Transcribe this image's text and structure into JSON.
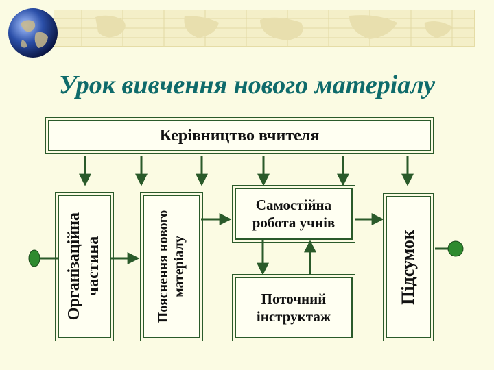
{
  "title": "Урок вивчення нового матеріалу",
  "teacher_box": {
    "label": "Керівництво вчителя"
  },
  "blocks": {
    "organizational": {
      "line1": "Організаційна",
      "line2": "частина"
    },
    "explanation": {
      "line1": "Пояснення нового",
      "line2": "матеріалу"
    },
    "independent": {
      "line1": "Самостійна",
      "line2": "робота учнів"
    },
    "instruction": {
      "line1": "Поточний",
      "line2": "інструктаж"
    },
    "summary": {
      "label": "Підсумок"
    }
  },
  "colors": {
    "title": "#0f6b6b",
    "background": "#fbfbe3",
    "box_border": "#2a5a2a",
    "arrow": "#2a5a2a",
    "endpoint": "#2e8a2e"
  },
  "icons": {
    "globe": "globe-icon",
    "start": "start-node-icon",
    "end": "end-node-icon"
  }
}
